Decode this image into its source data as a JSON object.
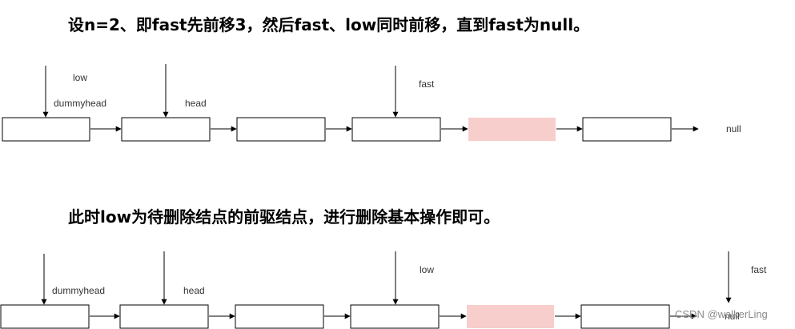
{
  "section1": {
    "title": "设n=2、即fast先前移3，然后fast、low同时前移，直到fast为null。",
    "labels": {
      "low": "low",
      "dummyhead": "dummyhead",
      "head": "head",
      "fast": "fast",
      "null": "null"
    }
  },
  "section2": {
    "title": "此时low为待删除结点的前驱结点，进行删除基本操作即可。",
    "labels": {
      "dummyhead": "dummyhead",
      "head": "head",
      "low": "low",
      "fast": "fast",
      "null": "null"
    }
  },
  "colors": {
    "node_border": "#000000",
    "highlight_node_fill": "#f8cecc",
    "background": "#ffffff"
  },
  "watermark": "CSDN @walkerLing"
}
